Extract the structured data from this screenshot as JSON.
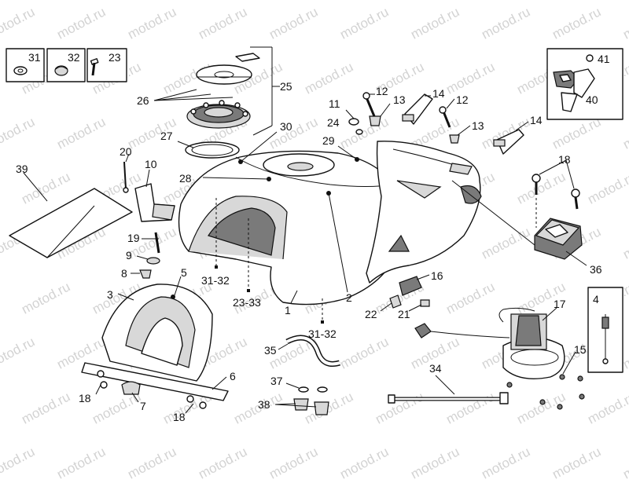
{
  "watermark": {
    "text": "motod.ru"
  },
  "inset_boxes": [
    {
      "id": "31",
      "label": "31"
    },
    {
      "id": "32",
      "label": "32"
    },
    {
      "id": "23",
      "label": "23"
    },
    {
      "id": "41",
      "label": "41"
    },
    {
      "id": "40",
      "label": "40"
    },
    {
      "id": "4",
      "label": "4"
    }
  ],
  "labels": {
    "l25": "25",
    "l26": "26",
    "l27": "27",
    "l30": "30",
    "l28": "28",
    "l29": "29",
    "l11": "11",
    "l12a": "12",
    "l13a": "13",
    "l24": "24",
    "l14a": "14",
    "l12b": "12",
    "l13b": "13",
    "l14b": "14",
    "l18a": "18",
    "l20": "20",
    "l10": "10",
    "l39": "39",
    "l19": "19",
    "l9": "9",
    "l8": "8",
    "l3": "3",
    "l5": "5",
    "l3132a": "31-32",
    "l2333": "23-33",
    "l1": "1",
    "l2": "2",
    "l3132b": "31-32",
    "l22": "22",
    "l21": "21",
    "l16": "16",
    "l36": "36",
    "l17": "17",
    "l15": "15",
    "l35": "35",
    "l34": "34",
    "l37": "37",
    "l38": "38",
    "l6": "6",
    "l7": "7",
    "l18b": "18",
    "l18c": "18"
  }
}
